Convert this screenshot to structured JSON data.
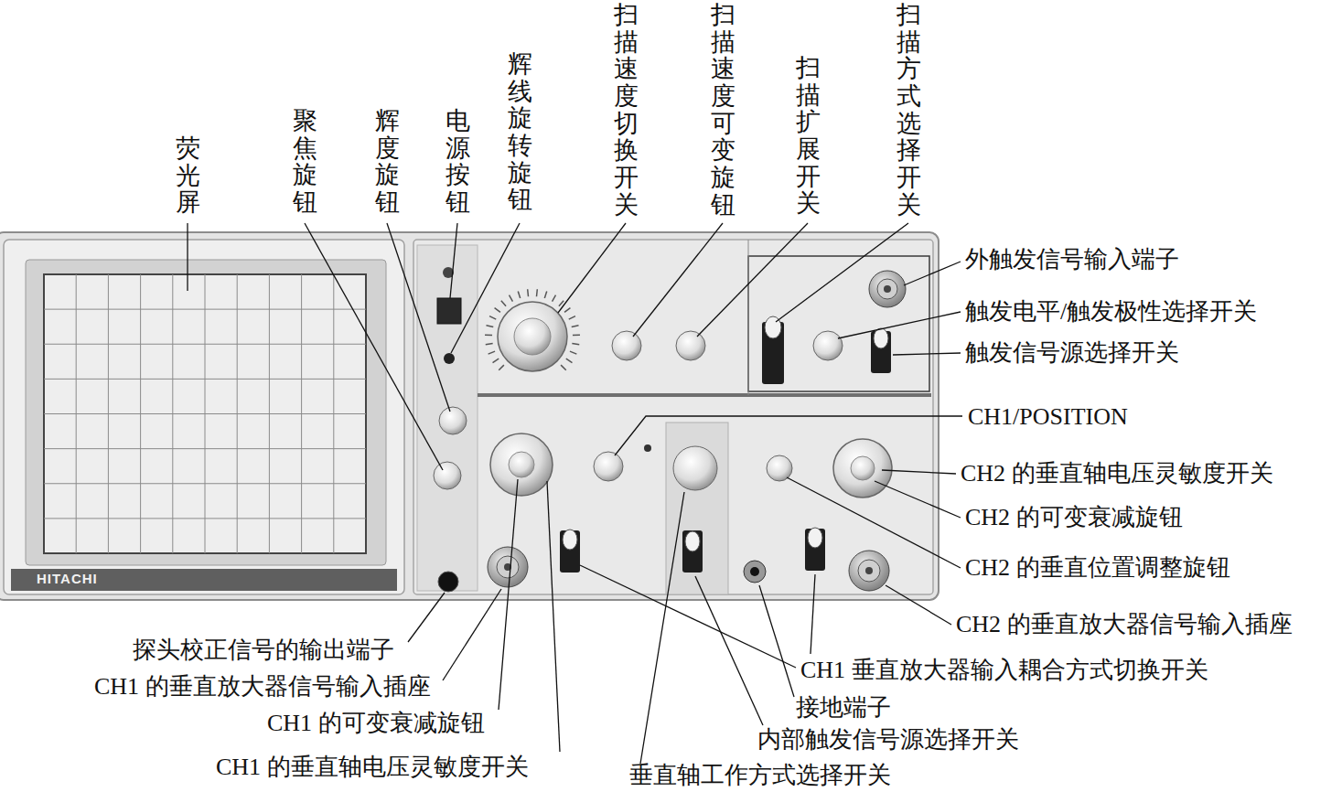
{
  "diagram": {
    "labels": [
      "荧光屏",
      "聚焦旋钮",
      "辉度旋钮",
      "电源按钮",
      "辉线旋转旋钮",
      "扫描速度切换开关",
      "扫描速度可变旋钮",
      "扫描扩展开关",
      "扫描方式选择开关",
      "外触发信号输入端子",
      "触发电平/触发极性选择开关",
      "触发信号源选择开关",
      "CH1/POSITION",
      "CH2 的垂直轴电压灵敏度开关",
      "CH2 的可变衰减旋钮",
      "CH2 的垂直位置调整旋钮",
      "CH2 的垂直放大器信号输入插座",
      "探头校正信号的输出端子",
      "CH1 的垂直放大器信号输入插座",
      "CH1 的可变衰减旋钮",
      "CH1 的垂直轴电压灵敏度开关",
      "CH1 垂直放大器输入耦合方式切换开关",
      "接地端子",
      "内部触发信号源选择开关",
      "垂直轴工作方式选择开关",
      "HITACHI"
    ]
  }
}
